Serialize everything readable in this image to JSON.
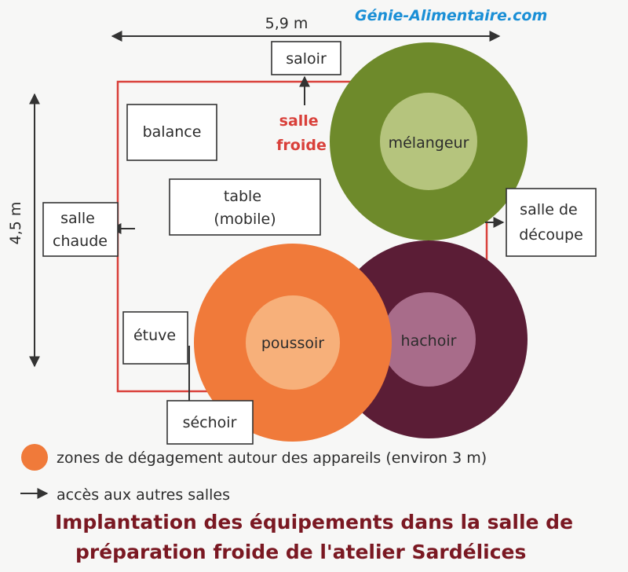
{
  "watermark": "Génie-Alimentaire.com",
  "dimensions": {
    "width": "5,9 m",
    "height": "4,5 m"
  },
  "room_label": [
    "salle",
    "froide"
  ],
  "boxes": {
    "saloir": [
      "saloir"
    ],
    "balance": [
      "balance"
    ],
    "table": [
      "table",
      "(mobile)"
    ],
    "salle_chaude": [
      "salle",
      "chaude"
    ],
    "salle_decoupe": [
      "salle de",
      "découpe"
    ],
    "etuve": [
      "étuve"
    ],
    "sechoir": [
      "séchoir"
    ]
  },
  "appliances": {
    "melangeur": "mélangeur",
    "poussoir": "poussoir",
    "hachoir": "hachoir"
  },
  "legend": {
    "zones": "zones de dégagement autour des appareils (environ 3 m)",
    "acces": "accès aux autres salles"
  },
  "caption": {
    "line1": "Implantation des équipements dans la salle de",
    "line2": "préparation froide de l'atelier Sardélices"
  },
  "colors": {
    "room_border": "#d9403a",
    "melangeur_outer": "#6e8a2b",
    "melangeur_inner": "#b5c47d",
    "poussoir_outer": "#f07a3a",
    "poussoir_inner": "#f7b07a",
    "hachoir_outer": "#5b1d36",
    "hachoir_inner": "#a86c8a",
    "watermark": "#1a8fd6",
    "caption": "#7a1822"
  }
}
